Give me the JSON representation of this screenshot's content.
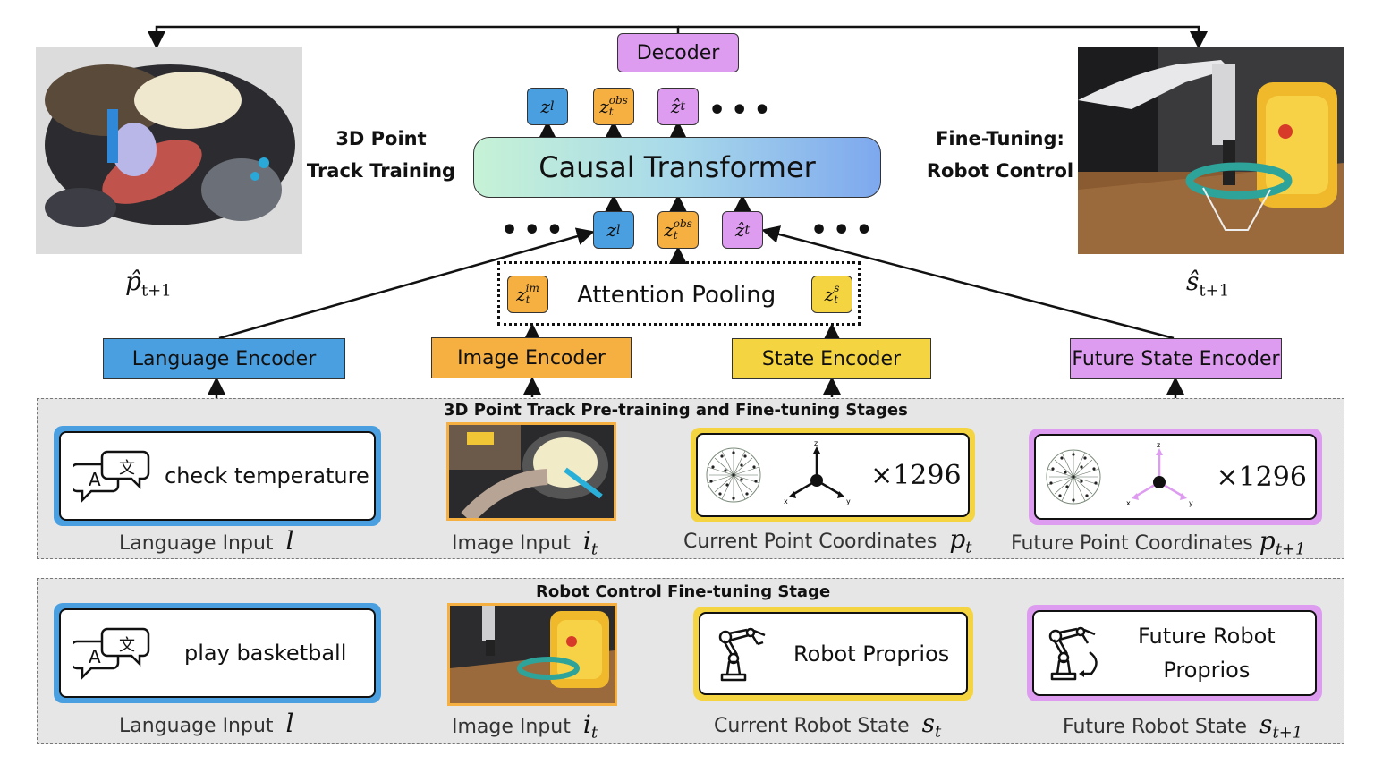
{
  "decoder": "Decoder",
  "transformer": "Causal Transformer",
  "pooling": "Attention Pooling",
  "encoders": {
    "language": "Language Encoder",
    "image": "Image Encoder",
    "state": "State Encoder",
    "future": "Future State Encoder"
  },
  "tokens": {
    "zl": "z",
    "zl_sub": "l",
    "zobs": "z",
    "zobs_sub": "t",
    "zobs_sup": "obs",
    "zhat": "ẑ",
    "zhat_sub": "t",
    "zim": "z",
    "zim_sub": "t",
    "zim_sup": "im",
    "zs": "z",
    "zs_sub": "t",
    "zs_sup": "s",
    "ellipsis": "•••"
  },
  "left_panel": {
    "title_line1": "3D Point",
    "title_line2": "Track Training",
    "output_sym": "p̂",
    "output_sub": "t+1"
  },
  "right_panel": {
    "title_line1": "Fine-Tuning:",
    "title_line2": "Robot Control",
    "output_sym": "ŝ",
    "output_sub": "t+1"
  },
  "stage1": {
    "title": "3D Point Track Pre-training and Fine-tuning Stages",
    "language_text": "check temperature",
    "language_caption": "Language Input",
    "language_sym": "l",
    "image_caption": "Image Input",
    "image_sym": "i",
    "image_sub": "t",
    "current_caption": "Current Point Coordinates",
    "current_sym": "p",
    "current_sub": "t",
    "future_caption": "Future Point Coordinates",
    "future_sym": "p",
    "future_sub": "t+1",
    "count": "×1296",
    "axis_x": "x",
    "axis_y": "y",
    "axis_z": "z"
  },
  "stage2": {
    "title": "Robot Control Fine-tuning Stage",
    "language_text": "play basketball",
    "language_caption": "Language Input",
    "language_sym": "l",
    "image_caption": "Image Input",
    "image_sym": "i",
    "image_sub": "t",
    "current_box": "Robot Proprios",
    "current_caption": "Current Robot State",
    "current_sym": "s",
    "current_sub": "t",
    "future_box_line1": "Future Robot",
    "future_box_line2": "Proprios",
    "future_caption": "Future Robot State",
    "future_sym": "s",
    "future_sub": "t+1"
  },
  "colors": {
    "blue": "#4a9fe0",
    "orange": "#f6b042",
    "yellow": "#f5d442",
    "pink": "#dd9cf0"
  }
}
